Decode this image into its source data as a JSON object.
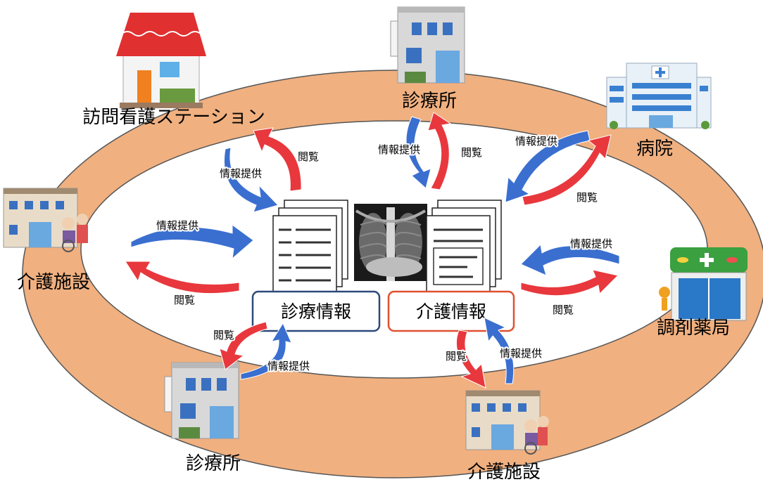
{
  "colors": {
    "ring": "#f0b080",
    "arrow_provide": "#3a6fd0",
    "arrow_view": "#e8383d",
    "box_medical_border": "#2b4a7a",
    "box_care_border": "#e05030"
  },
  "facilities": {
    "visiting_nurse": "訪問看護ステーション",
    "clinic_top": "診療所",
    "hospital": "病院",
    "care_left": "介護施設",
    "pharmacy": "調剤薬局",
    "clinic_bottom": "診療所",
    "care_bottom": "介護施設"
  },
  "center": {
    "medical_info": "診療情報",
    "care_info": "介護情報"
  },
  "arrows": {
    "provide": "情報提供",
    "view": "閲覧"
  },
  "icons": [
    "house-icon",
    "clinic-building-icon",
    "hospital-icon",
    "care-facility-icon",
    "pharmacy-icon",
    "document-icon",
    "xray-icon"
  ]
}
